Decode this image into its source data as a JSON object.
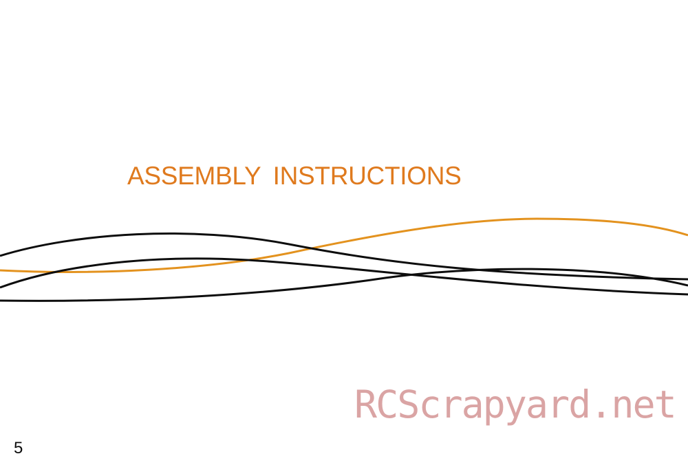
{
  "title": "ASSEMBLY  INSTRUCTIONS",
  "watermark": "RCScrapyard.net",
  "page_number": "5",
  "colors": {
    "title": "#df7a1e",
    "accent_wave": "#e3921e",
    "dark_wave": "#0d0d0d",
    "watermark": "#d9a0a0"
  }
}
